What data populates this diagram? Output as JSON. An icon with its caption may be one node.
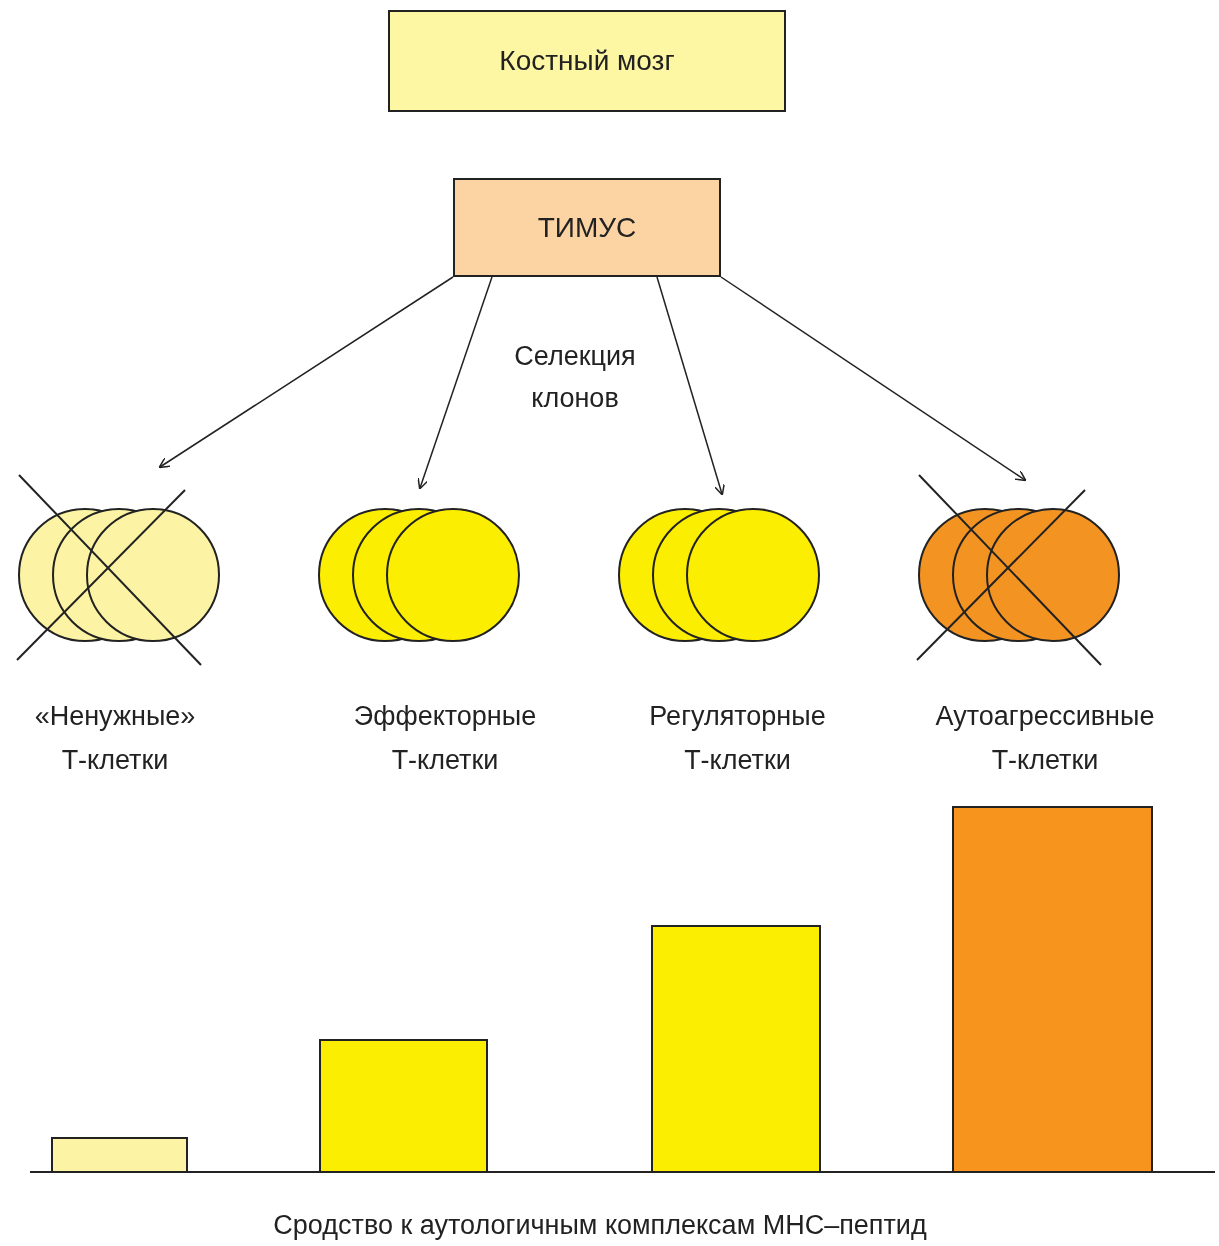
{
  "diagram": {
    "nodes": [
      {
        "text": [
          "Костный мозг"
        ]
      },
      {
        "text": [
          "ТИМУС"
        ]
      },
      {
        "text": [
          "«Ненужные» Т-клетки"
        ]
      },
      {
        "text": [
          "Эффекторные Т-клетки"
        ]
      },
      {
        "text": [
          "Регуляторные Т-клетки"
        ]
      },
      {
        "text": [
          "Аутоагрессивные Т-клетки"
        ]
      }
    ],
    "edges": [
      {
        "from": 1,
        "to": 2,
        "arrow": "to"
      },
      {
        "from": 1,
        "to": 3,
        "arrow": "to"
      },
      {
        "from": 1,
        "to": 4,
        "arrow": "to"
      },
      {
        "from": 1,
        "to": 5,
        "arrow": "to"
      }
    ],
    "labels": [
      "Селекция клонов",
      "Сродство к аутологичным комплексам МНС–пептид"
    ]
  }
}
